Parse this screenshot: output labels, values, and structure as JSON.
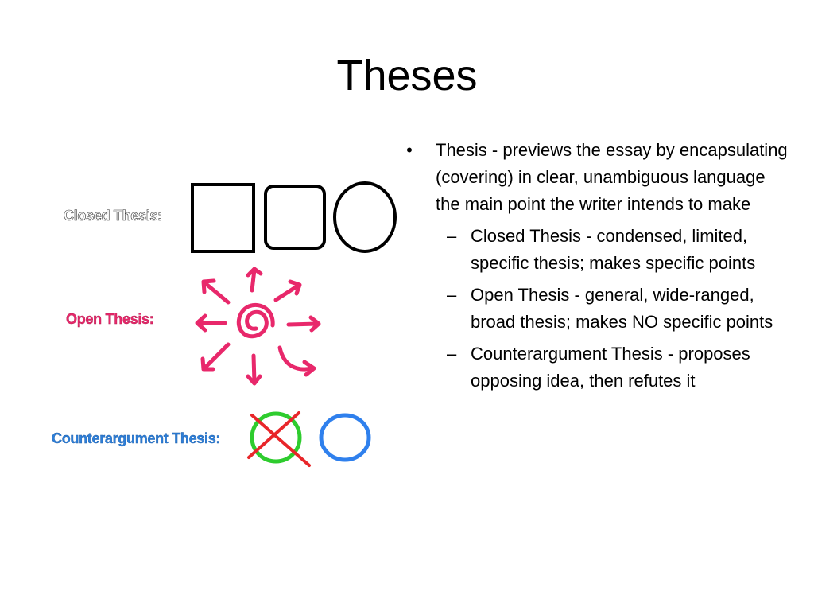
{
  "slide": {
    "title": "Theses"
  },
  "figure": {
    "closed_label": "Closed Thesis:",
    "open_label": "Open Thesis:",
    "counter_label": "Counterargument Thesis:",
    "colors": {
      "closed_label_fill": "#ffffff",
      "closed_label_stroke": "#333333",
      "open_label": "#e8286b",
      "counter_label": "#2e7fd9",
      "arrows": "#e8286b",
      "green_circle": "#2ecc2e",
      "red_cross": "#e8262a",
      "blue_circle": "#2f80ed"
    },
    "icons": [
      "square-shape-icon",
      "rounded-square-shape-icon",
      "circle-shape-icon",
      "spiral-icon",
      "arrow-icon",
      "crossed-circle-icon",
      "circle-outline-icon"
    ]
  },
  "content": {
    "bullet_marker": "•",
    "sub_marker": "–",
    "main_bullet": "Thesis - previews the essay by encapsulating (covering) in clear, unambiguous language the main point the writer intends to make",
    "sub_bullets": [
      "Closed Thesis - condensed, limited, specific thesis; makes specific points",
      "Open Thesis - general, wide-ranged, broad thesis; makes NO specific points",
      "Counterargument Thesis - proposes opposing idea, then refutes it"
    ]
  }
}
